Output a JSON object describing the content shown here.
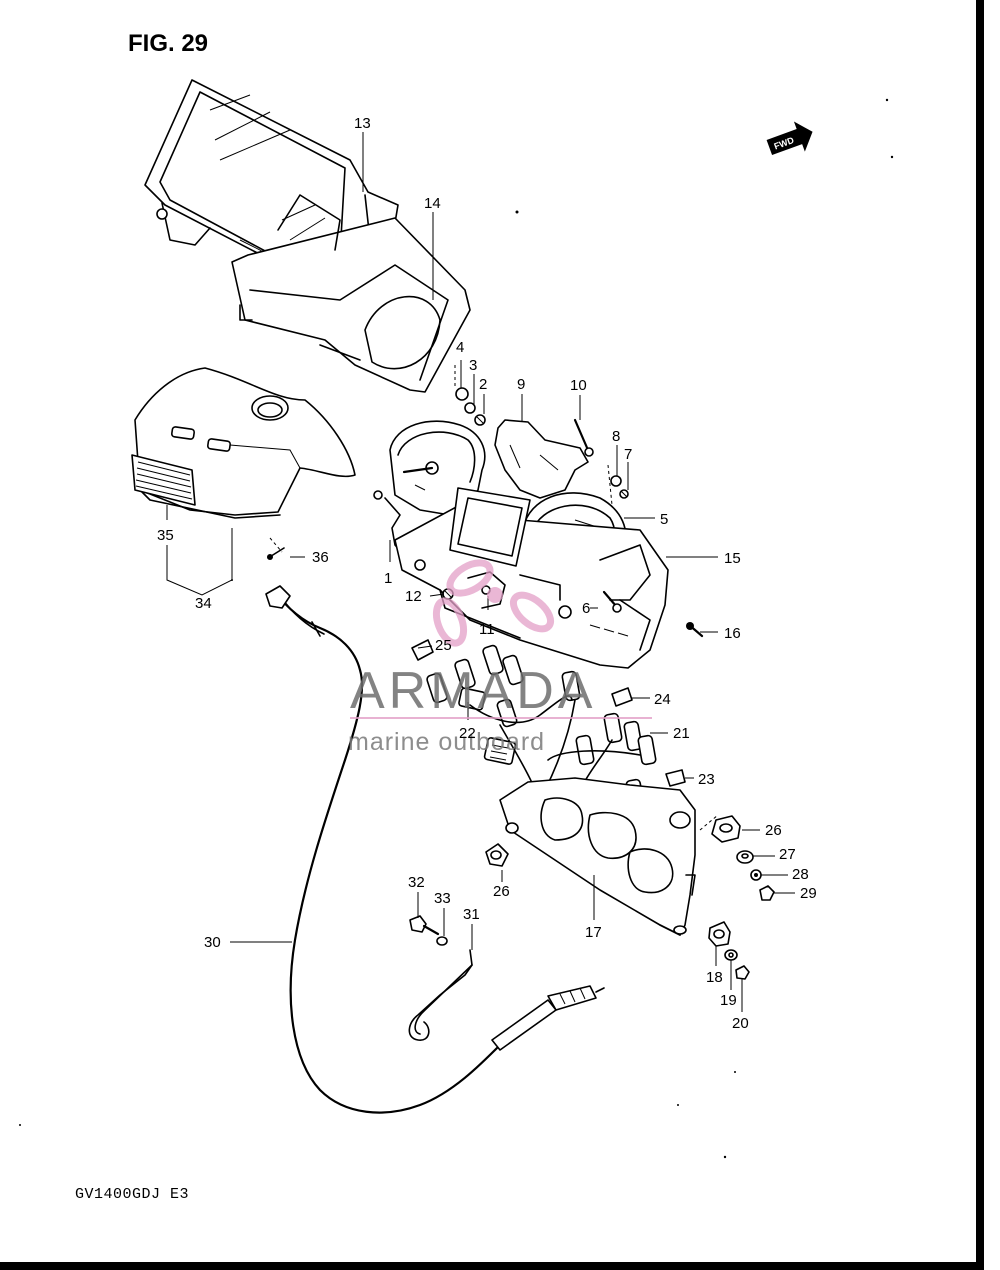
{
  "figure": {
    "title": "FIG. 29",
    "model_code": "GV1400GDJ  E3"
  },
  "direction_marker": {
    "label": "FWD",
    "icon": "forward-arrow-icon"
  },
  "watermark": {
    "brand": "ARMADA",
    "tagline": "marine outboard",
    "logo_icon": "pink-propeller-logo-icon",
    "brand_color": "#6e6e6e",
    "logo_color": "#e3a0c8"
  },
  "callouts": [
    {
      "id": "13",
      "text": "13"
    },
    {
      "id": "14",
      "text": "14"
    },
    {
      "id": "4",
      "text": "4"
    },
    {
      "id": "3",
      "text": "3"
    },
    {
      "id": "2",
      "text": "2"
    },
    {
      "id": "9",
      "text": "9"
    },
    {
      "id": "10",
      "text": "10"
    },
    {
      "id": "8",
      "text": "8"
    },
    {
      "id": "7",
      "text": "7"
    },
    {
      "id": "5",
      "text": "5"
    },
    {
      "id": "15",
      "text": "15"
    },
    {
      "id": "16",
      "text": "16"
    },
    {
      "id": "6",
      "text": "6"
    },
    {
      "id": "11",
      "text": "11"
    },
    {
      "id": "12",
      "text": "12"
    },
    {
      "id": "1",
      "text": "1"
    },
    {
      "id": "35",
      "text": "35"
    },
    {
      "id": "34",
      "text": "34"
    },
    {
      "id": "36",
      "text": "36"
    },
    {
      "id": "25",
      "text": "25"
    },
    {
      "id": "22",
      "text": "22"
    },
    {
      "id": "24",
      "text": "24"
    },
    {
      "id": "21",
      "text": "21"
    },
    {
      "id": "23",
      "text": "23"
    },
    {
      "id": "26a",
      "text": "26"
    },
    {
      "id": "26b",
      "text": "26"
    },
    {
      "id": "27",
      "text": "27"
    },
    {
      "id": "28",
      "text": "28"
    },
    {
      "id": "29",
      "text": "29"
    },
    {
      "id": "17",
      "text": "17"
    },
    {
      "id": "18",
      "text": "18"
    },
    {
      "id": "19",
      "text": "19"
    },
    {
      "id": "20",
      "text": "20"
    },
    {
      "id": "30",
      "text": "30"
    },
    {
      "id": "31",
      "text": "31"
    },
    {
      "id": "32",
      "text": "32"
    },
    {
      "id": "33",
      "text": "33"
    }
  ]
}
